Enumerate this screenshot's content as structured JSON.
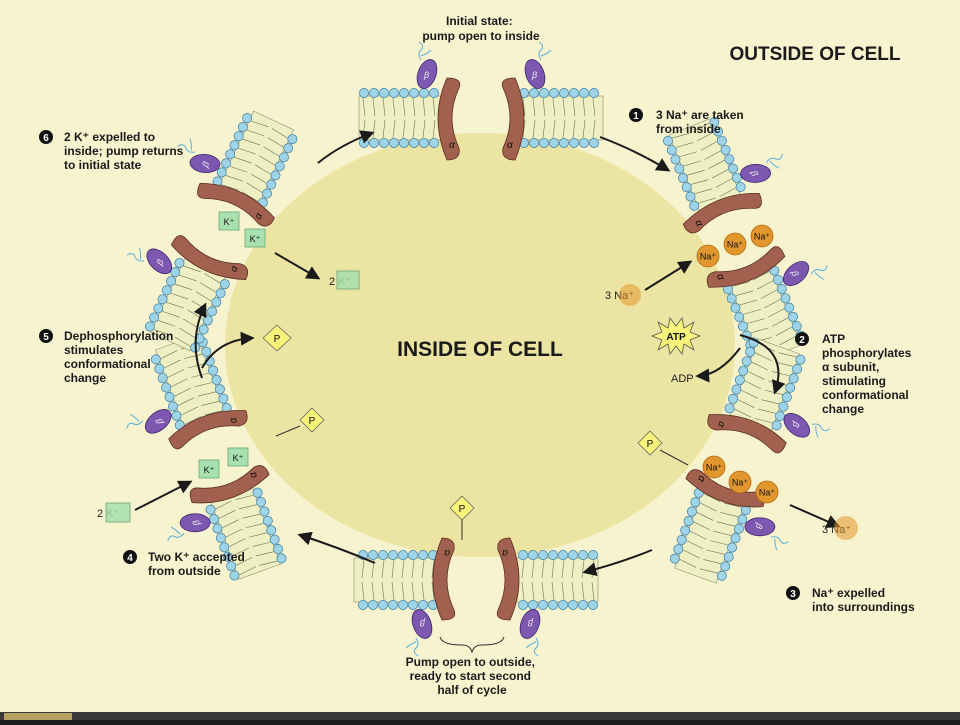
{
  "diagram": {
    "outside_label": "OUTSIDE OF CELL",
    "inside_label": "INSIDE OF CELL",
    "initial_state": [
      "Initial state:",
      "pump open to inside"
    ],
    "step1": {
      "num": "1",
      "lines": [
        "3 Na⁺ are taken",
        "from inside"
      ]
    },
    "step2": {
      "num": "2",
      "lines": [
        "ATP",
        "phosphorylates",
        "α subunit,",
        "stimulating",
        "conformational",
        "change"
      ]
    },
    "step3": {
      "num": "3",
      "lines": [
        "Na⁺ expelled",
        "into surroundings"
      ]
    },
    "step4": {
      "num": "4",
      "lines": [
        "Two K⁺ accepted",
        "from outside"
      ]
    },
    "step5": {
      "num": "5",
      "lines": [
        "Dephosphorylation",
        "stimulates",
        "conformational",
        "change"
      ]
    },
    "step6": {
      "num": "6",
      "lines": [
        "2 K⁺ expelled to",
        "inside; pump returns",
        "to initial state"
      ]
    },
    "bottom_caption": [
      "Pump open to outside,",
      "ready to start second",
      "half of cycle"
    ],
    "ions": {
      "na_in_count": "3 Na⁺",
      "na_out_count": "3 Na⁺",
      "k_in_count": "2 K⁺",
      "k_out_count": "2 K⁺",
      "na": "Na⁺",
      "k": "K⁺",
      "atp": "ATP",
      "adp": "ADP",
      "phosphate": "P",
      "alpha": "α",
      "beta": "β"
    },
    "colors": {
      "cell": "#ece4a2",
      "background": "#f7f3cf",
      "lipid_head": "#9fd3e8",
      "lipid_tail": "#eef0c3",
      "alpha": "#a2604e",
      "beta": "#7c58b0",
      "na": "#e1962e",
      "k": "#a8e0b0",
      "phosphate": "#f6f27a"
    }
  }
}
